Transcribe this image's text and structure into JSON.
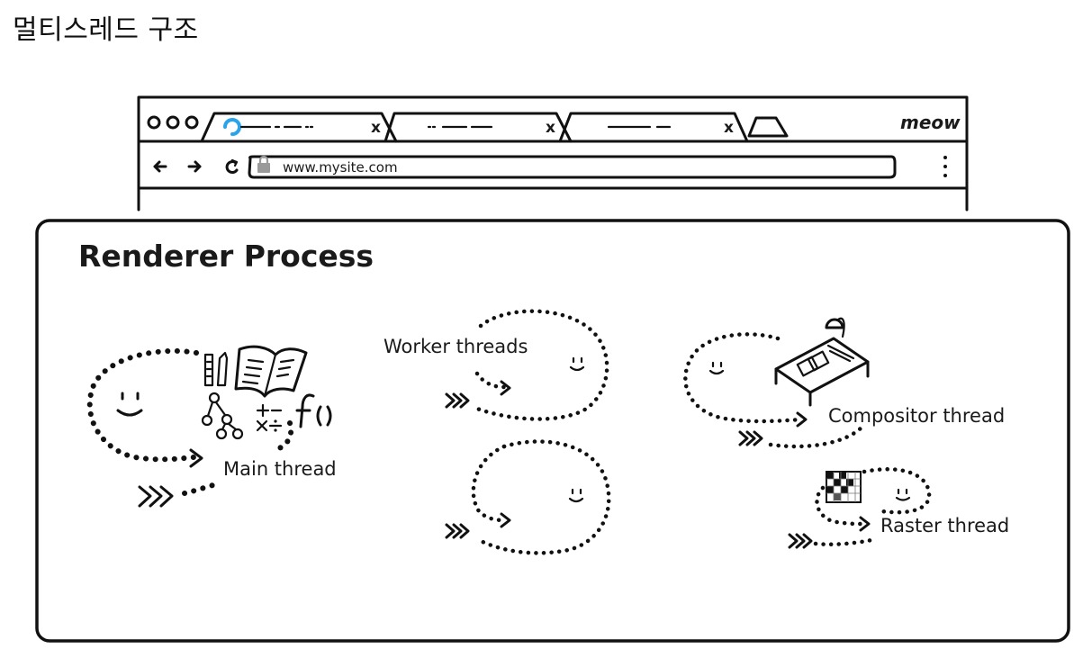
{
  "page": {
    "heading": "멀티스레드 구조"
  },
  "browser": {
    "brand": "meow",
    "url": "www.mysite.com",
    "tabs": [
      {
        "close": "x",
        "loading": true
      },
      {
        "close": "x",
        "loading": false
      },
      {
        "close": "x",
        "loading": false
      }
    ]
  },
  "renderer": {
    "title": "Renderer Process",
    "threads": {
      "main": "Main thread",
      "worker": "Worker threads",
      "compositor": "Compositor thread",
      "raster": "Raster thread"
    }
  }
}
